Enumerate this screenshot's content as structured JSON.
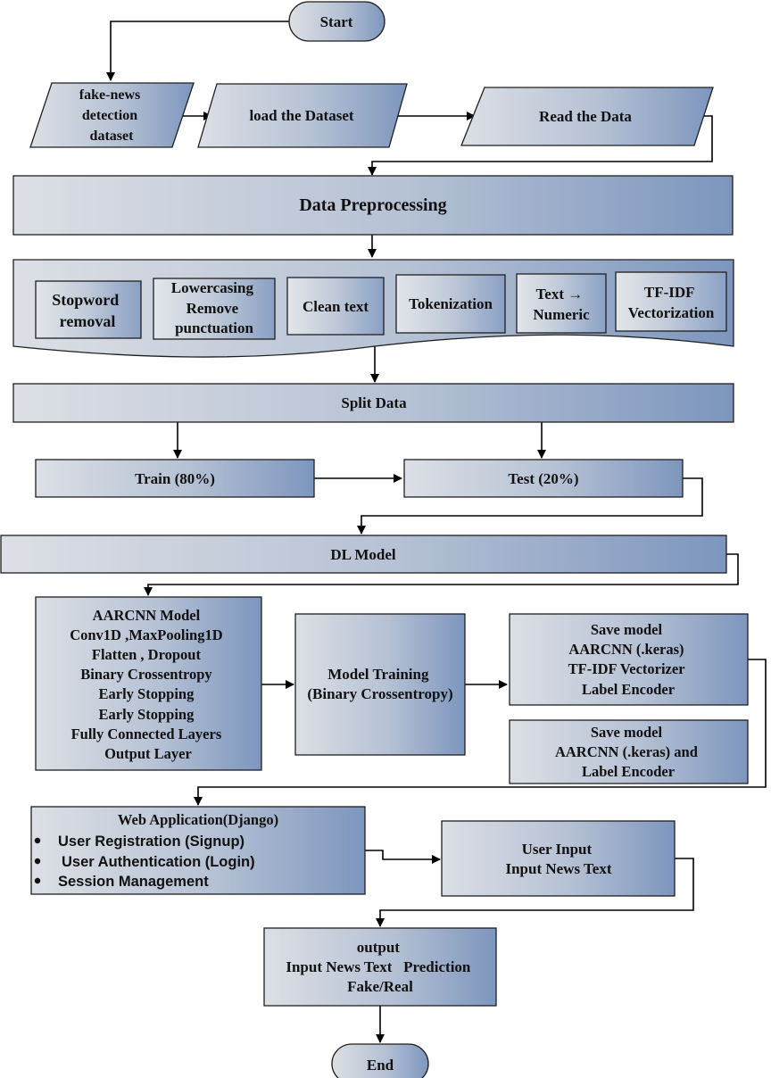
{
  "nodes": {
    "start": "Start",
    "dataset": [
      "fake-news",
      "detection",
      "dataset"
    ],
    "load": "load the Dataset",
    "read": "Read the Data",
    "preprocessing": "Data Preprocessing",
    "stopword": [
      "Stopword",
      "removal"
    ],
    "lowercasing": [
      "Lowercasing",
      "Remove",
      "punctuation"
    ],
    "clean": "Clean text",
    "tokenization": "Tokenization",
    "text_numeric": [
      "Text →",
      "Numeric"
    ],
    "tfidf": [
      "TF-IDF",
      "Vectorization"
    ],
    "split": "Split Data",
    "train": "Train (80%)",
    "test": "Test (20%)",
    "dl_model": "DL Model",
    "aarcnn": [
      "AARCNN Model",
      "Conv1D ,MaxPooling1D",
      "Flatten , Dropout",
      "Binary Crossentropy",
      "Early Stopping",
      "Early Stopping",
      "Fully Connected Layers",
      "Output Layer"
    ],
    "training": [
      "Model Training",
      "(Binary Crossentropy)"
    ],
    "save1": [
      "Save model",
      "AARCNN (.keras)",
      "TF-IDF Vectorizer",
      "Label Encoder"
    ],
    "save2": [
      "Save model",
      "AARCNN (.keras) and",
      "Label Encoder"
    ],
    "webapp_title": "Web Application(Django)",
    "webapp_items": [
      "User Registration (Signup)",
      "User Authentication (Login)",
      "Session Management"
    ],
    "user_input": [
      "User Input",
      "Input News Text"
    ],
    "output": [
      "output",
      "Input News Text   Prediction",
      "Fake/Real"
    ],
    "end": "End"
  },
  "colors": {
    "fill_light": "#d9dde3",
    "fill_dark": "#7f98bf",
    "stroke": "#1f1f1f"
  }
}
